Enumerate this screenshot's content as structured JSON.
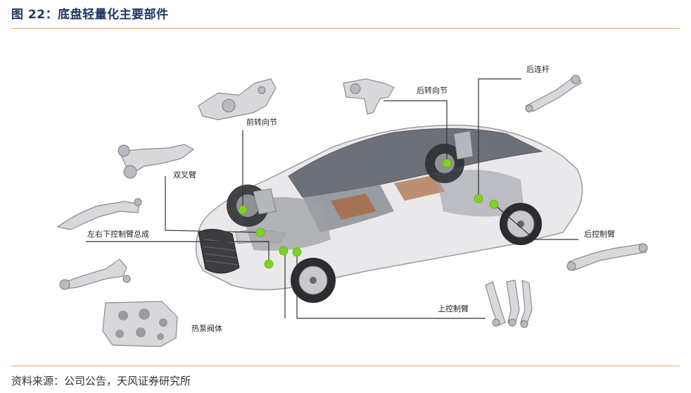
{
  "figure": {
    "title": "图 22：底盘轻量化主要部件",
    "source": "资料来源：公司公告，天风证券研究所"
  },
  "labels": {
    "front_knuckle": "前转向节",
    "double_wishbone": "双叉臂",
    "lower_control_arm": "左右下控制臂总成",
    "heat_pump_valve": "热泵阀体",
    "rear_knuckle": "后转向节",
    "rear_link": "后连杆",
    "rear_control_arm": "后控制臂",
    "upper_control_arm": "上控制臂"
  },
  "colors": {
    "title": "#1f3864",
    "rule": "#e8a868",
    "marker": "#7dd322"
  }
}
